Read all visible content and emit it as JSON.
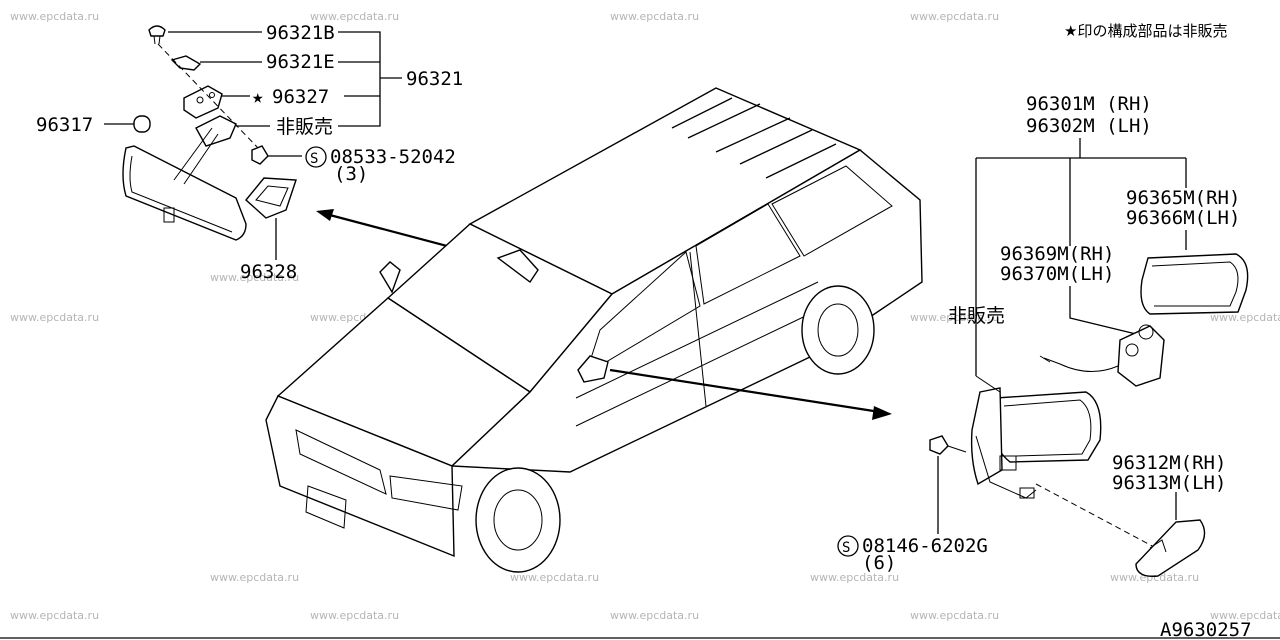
{
  "note": "★印の構成部品は非販売",
  "drawing_code": "A9630257",
  "watermark_text": "www.epcdata.ru",
  "inner_mirror": {
    "parts": {
      "p96321b": "96321B",
      "p96321e": "96321E",
      "p96327": "96327",
      "p96327_mark": "★",
      "not_sold": "非販売",
      "p96321": "96321",
      "p96317": "96317",
      "screw_code": "08533-52042",
      "screw_qty": "(3)",
      "p96328": "96328"
    }
  },
  "door_mirror": {
    "parts": {
      "p96301": "96301M (RH)",
      "p96302": "96302M (LH)",
      "p96365": "96365M(RH)",
      "p96366": "96366M(LH)",
      "p96369": "96369M(RH)",
      "p96370": "96370M(LH)",
      "not_sold": "非販売",
      "p96312": "96312M(RH)",
      "p96313": "96313M(LH)",
      "screw_code": "08146-6202G",
      "screw_qty": "(6)"
    }
  },
  "icons": {
    "star": "star-icon",
    "s_circle": "s-circle-icon"
  }
}
